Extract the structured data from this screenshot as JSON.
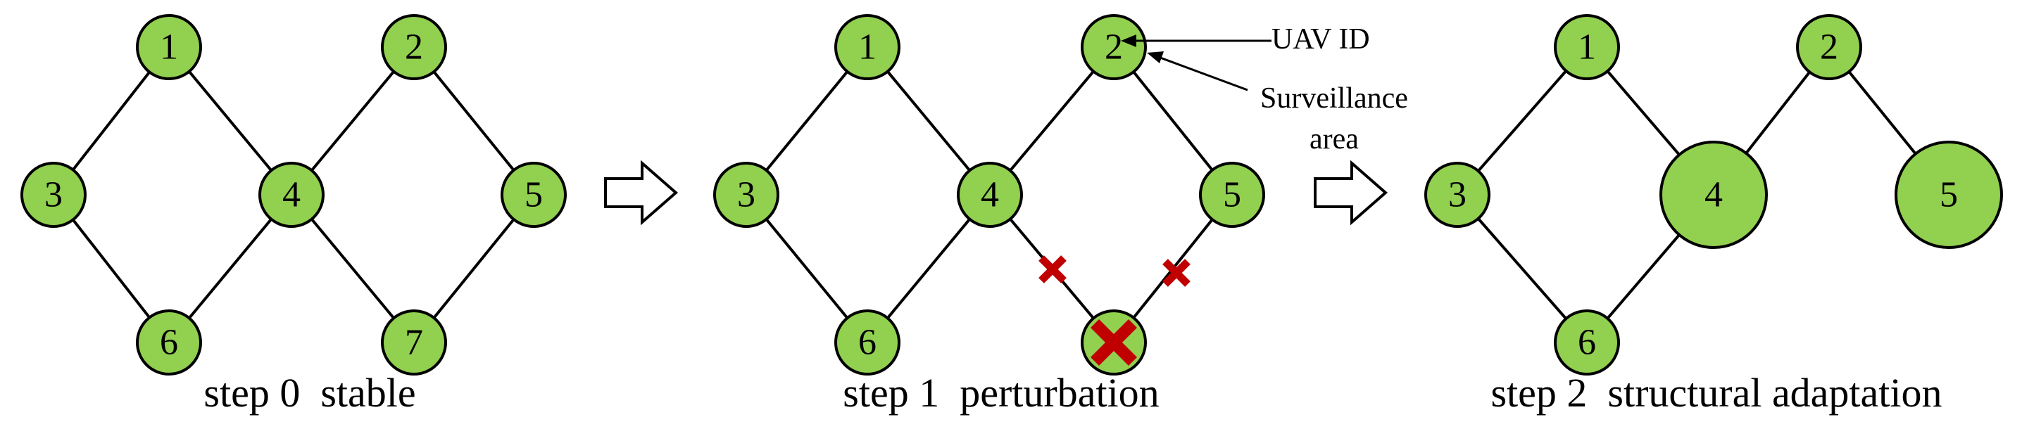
{
  "colors": {
    "node_fill": "#92d050",
    "node_stroke": "#000000",
    "edge": "#000000",
    "failure_mark": "#c00000"
  },
  "panels": [
    {
      "caption": "step 0  stable",
      "nodes": [
        {
          "id": "1",
          "label": "1"
        },
        {
          "id": "2",
          "label": "2"
        },
        {
          "id": "3",
          "label": "3"
        },
        {
          "id": "4",
          "label": "4"
        },
        {
          "id": "5",
          "label": "5"
        },
        {
          "id": "6",
          "label": "6"
        },
        {
          "id": "7",
          "label": "7"
        }
      ],
      "edges": [
        [
          "1",
          "3"
        ],
        [
          "1",
          "4"
        ],
        [
          "3",
          "6"
        ],
        [
          "6",
          "4"
        ],
        [
          "4",
          "2"
        ],
        [
          "2",
          "5"
        ],
        [
          "4",
          "7"
        ],
        [
          "7",
          "5"
        ]
      ]
    },
    {
      "caption": "step 1  perturbation",
      "nodes": [
        {
          "id": "1",
          "label": "1"
        },
        {
          "id": "2",
          "label": "2"
        },
        {
          "id": "3",
          "label": "3"
        },
        {
          "id": "4",
          "label": "4"
        },
        {
          "id": "5",
          "label": "5"
        },
        {
          "id": "6",
          "label": "6"
        },
        {
          "id": "7",
          "label": "",
          "failed": true
        }
      ],
      "edges": [
        [
          "1",
          "3"
        ],
        [
          "1",
          "4"
        ],
        [
          "3",
          "6"
        ],
        [
          "6",
          "4"
        ],
        [
          "4",
          "2"
        ],
        [
          "2",
          "5"
        ],
        [
          "4",
          "7"
        ],
        [
          "7",
          "5"
        ]
      ],
      "broken_edges": [
        [
          "4",
          "7"
        ],
        [
          "7",
          "5"
        ]
      ],
      "annotations": {
        "id_label": "UAV ID",
        "area_label_line1": "Surveillance",
        "area_label_line2": "area"
      }
    },
    {
      "caption": "step 2  structural adaptation",
      "nodes": [
        {
          "id": "1",
          "label": "1"
        },
        {
          "id": "2",
          "label": "2"
        },
        {
          "id": "3",
          "label": "3"
        },
        {
          "id": "4",
          "label": "4",
          "enlarged": true
        },
        {
          "id": "5",
          "label": "5",
          "enlarged": true
        },
        {
          "id": "6",
          "label": "6"
        }
      ],
      "edges": [
        [
          "1",
          "3"
        ],
        [
          "1",
          "4"
        ],
        [
          "3",
          "6"
        ],
        [
          "6",
          "4"
        ],
        [
          "4",
          "2"
        ],
        [
          "2",
          "5"
        ]
      ]
    }
  ],
  "transition_arrows": [
    "step0-to-step1",
    "step1-to-step2"
  ]
}
